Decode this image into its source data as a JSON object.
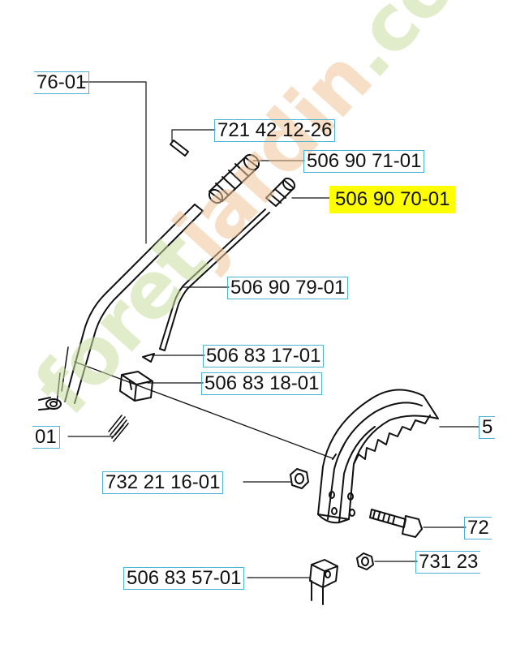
{
  "diagram": {
    "part_labels": {
      "p1": "76-01",
      "p2": "721 42 12-26",
      "p3": "506 90 71-01",
      "p4": "506 90 70-01",
      "p5": "506 90 79-01",
      "p6": "506 83 17-01",
      "p7": "506 83 18-01",
      "p8": "01",
      "p9": "732 21 16-01",
      "p10": "506 83 57-01",
      "p11": "731 23",
      "p12": "72",
      "p13": "5"
    },
    "highlight_color": "#ffff00",
    "label_border_color": "#4bb3d6"
  },
  "watermark": {
    "text_a": "foret",
    "text_b": "jardin",
    "text_c": ".com",
    "color_green": "#c9dfa0",
    "color_orange": "#f2c49a"
  }
}
